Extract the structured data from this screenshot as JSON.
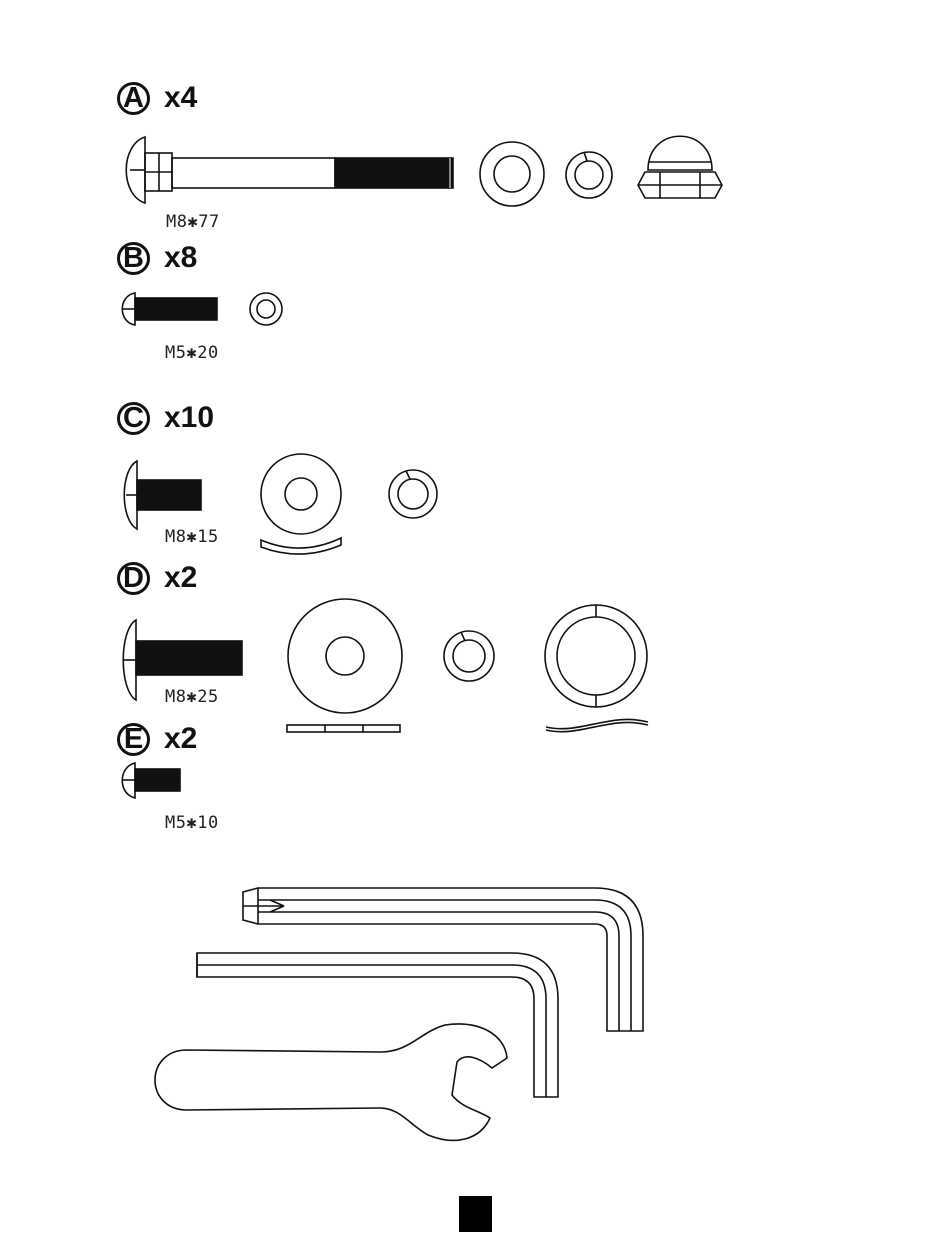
{
  "groups": [
    {
      "letter": "A",
      "qty": "x4",
      "spec": "M8✱77"
    },
    {
      "letter": "B",
      "qty": "x8",
      "spec": "M5✱20"
    },
    {
      "letter": "C",
      "qty": "x10",
      "spec": "M8✱15"
    },
    {
      "letter": "D",
      "qty": "x2",
      "spec": "M8✱25"
    },
    {
      "letter": "E",
      "qty": "x2",
      "spec": "M5✱10"
    }
  ],
  "icons": [
    "carriage-bolt-icon",
    "flat-washer-icon",
    "spring-washer-icon",
    "acorn-nut-icon",
    "allen-key-icon",
    "open-end-wrench-icon"
  ]
}
